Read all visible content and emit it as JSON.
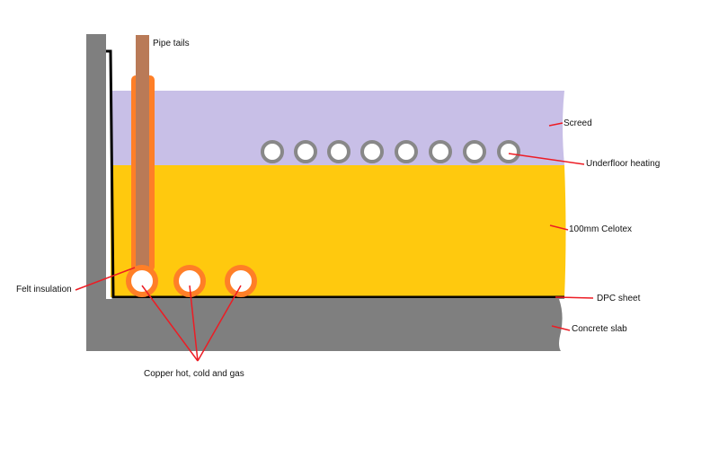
{
  "labels": {
    "pipe_tails": "Pipe tails",
    "screed": "Screed",
    "underfloor_heating": "Underfloor heating",
    "celotex": "100mm Celotex",
    "felt_insulation": "Felt insulation",
    "dpc_sheet": "DPC sheet",
    "concrete_slab": "Concrete slab",
    "copper_pipes": "Copper hot, cold and gas"
  },
  "colors": {
    "concrete": "#7f7f7f",
    "screed": "#c8bfe7",
    "celotex": "#ffc90e",
    "copper": "#b97a57",
    "felt": "#ff7f27",
    "pipe_ring": "#888888",
    "leader": "#ed1c24",
    "dpc": "#000000"
  },
  "icons": {
    "underfloor_pipe": "circle-ring",
    "copper_pipe": "circle-ring-insulated"
  }
}
